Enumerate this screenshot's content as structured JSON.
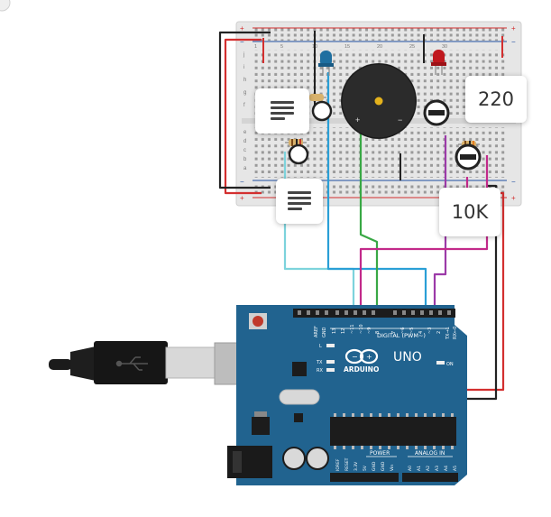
{
  "breadboard": {
    "row_letters_top": [
      "j",
      "i",
      "h",
      "g",
      "f"
    ],
    "row_letters_bottom": [
      "e",
      "d",
      "c",
      "b",
      "a"
    ],
    "column_numbers": [
      "1",
      "5",
      "10",
      "15",
      "20",
      "25",
      "30"
    ],
    "rail_plus": "+",
    "rail_minus": "−"
  },
  "callouts": {
    "resistor_220": "220",
    "potentiometer_10k": "10K",
    "note_icon_1": "note-icon",
    "note_icon_2": "note-icon"
  },
  "arduino": {
    "brand": "ARDUINO",
    "model": "UNO",
    "digital_header_label": "DIGITAL (PWM~)",
    "digital_pins": [
      "AREF",
      "GND",
      "13",
      "12",
      "~11",
      "~10",
      "~9",
      "8",
      "7",
      "~6",
      "~5",
      "4",
      "~3",
      "2",
      "TX→1",
      "RX←0"
    ],
    "power_label": "POWER",
    "power_pins": [
      "IOREF",
      "RESET",
      "3.3V",
      "5V",
      "GND",
      "GND",
      "Vin"
    ],
    "analog_label": "ANALOG IN",
    "analog_pins": [
      "A0",
      "A1",
      "A2",
      "A3",
      "A4",
      "A5"
    ],
    "led_labels": [
      "L",
      "TX",
      "RX"
    ],
    "on_label": "ON"
  },
  "colors": {
    "board_blue": "#21638f",
    "wire_red": "#d32f2f",
    "wire_black": "#222222",
    "wire_blue": "#2a9fd6",
    "wire_cyan": "#7dd3dc",
    "wire_green": "#39a845",
    "wire_purple": "#9c3aa8",
    "wire_magenta": "#c2298a",
    "led_blue": "#1f6fa0",
    "led_red": "#c0181e"
  }
}
